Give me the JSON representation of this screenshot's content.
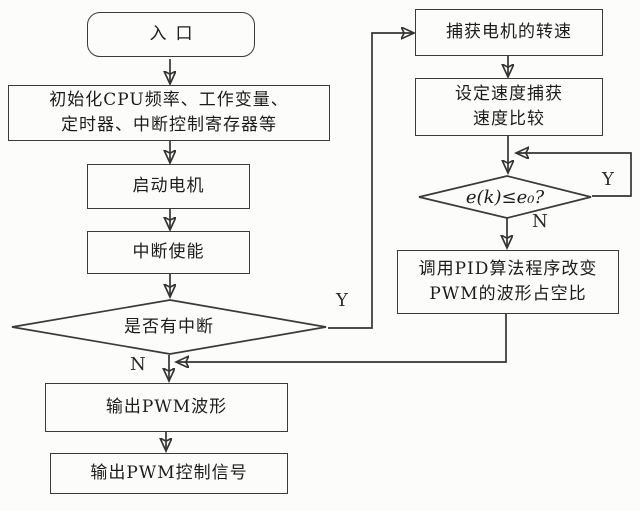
{
  "diagram": {
    "type": "flowchart",
    "language": "zh-CN",
    "background_color": "#fcfcfa",
    "line_color": "#343434",
    "description": "PWM motor control with PID algorithm program flowchart"
  },
  "nodes": {
    "entry": {
      "label": "入口",
      "shape": "terminator"
    },
    "init": {
      "label": "初始化CPU频率、工作变量、\n定时器、中断控制寄存器等",
      "shape": "process"
    },
    "start_motor": {
      "label": "启动电机",
      "shape": "process"
    },
    "interrupt_enable": {
      "label": "中断使能",
      "shape": "process"
    },
    "interrupt_decision": {
      "label": "是否有中断",
      "shape": "decision"
    },
    "output_pwm_wave": {
      "label": "输出PWM波形",
      "shape": "process"
    },
    "output_pwm_signal": {
      "label": "输出PWM控制信号",
      "shape": "process"
    },
    "capture_speed": {
      "label": "捕获电机的转速",
      "shape": "process"
    },
    "set_speed_compare": {
      "label": "设定速度捕获\n速度比较",
      "shape": "process"
    },
    "error_decision": {
      "label": "e(k)≤e₀?",
      "shape": "decision"
    },
    "pid_adjust": {
      "label": "调用PID算法程序改变\nPWM的波形占空比",
      "shape": "process"
    }
  },
  "edge_labels": {
    "interrupt_yes": "Y",
    "interrupt_no": "N",
    "error_yes": "Y",
    "error_no": "N"
  }
}
